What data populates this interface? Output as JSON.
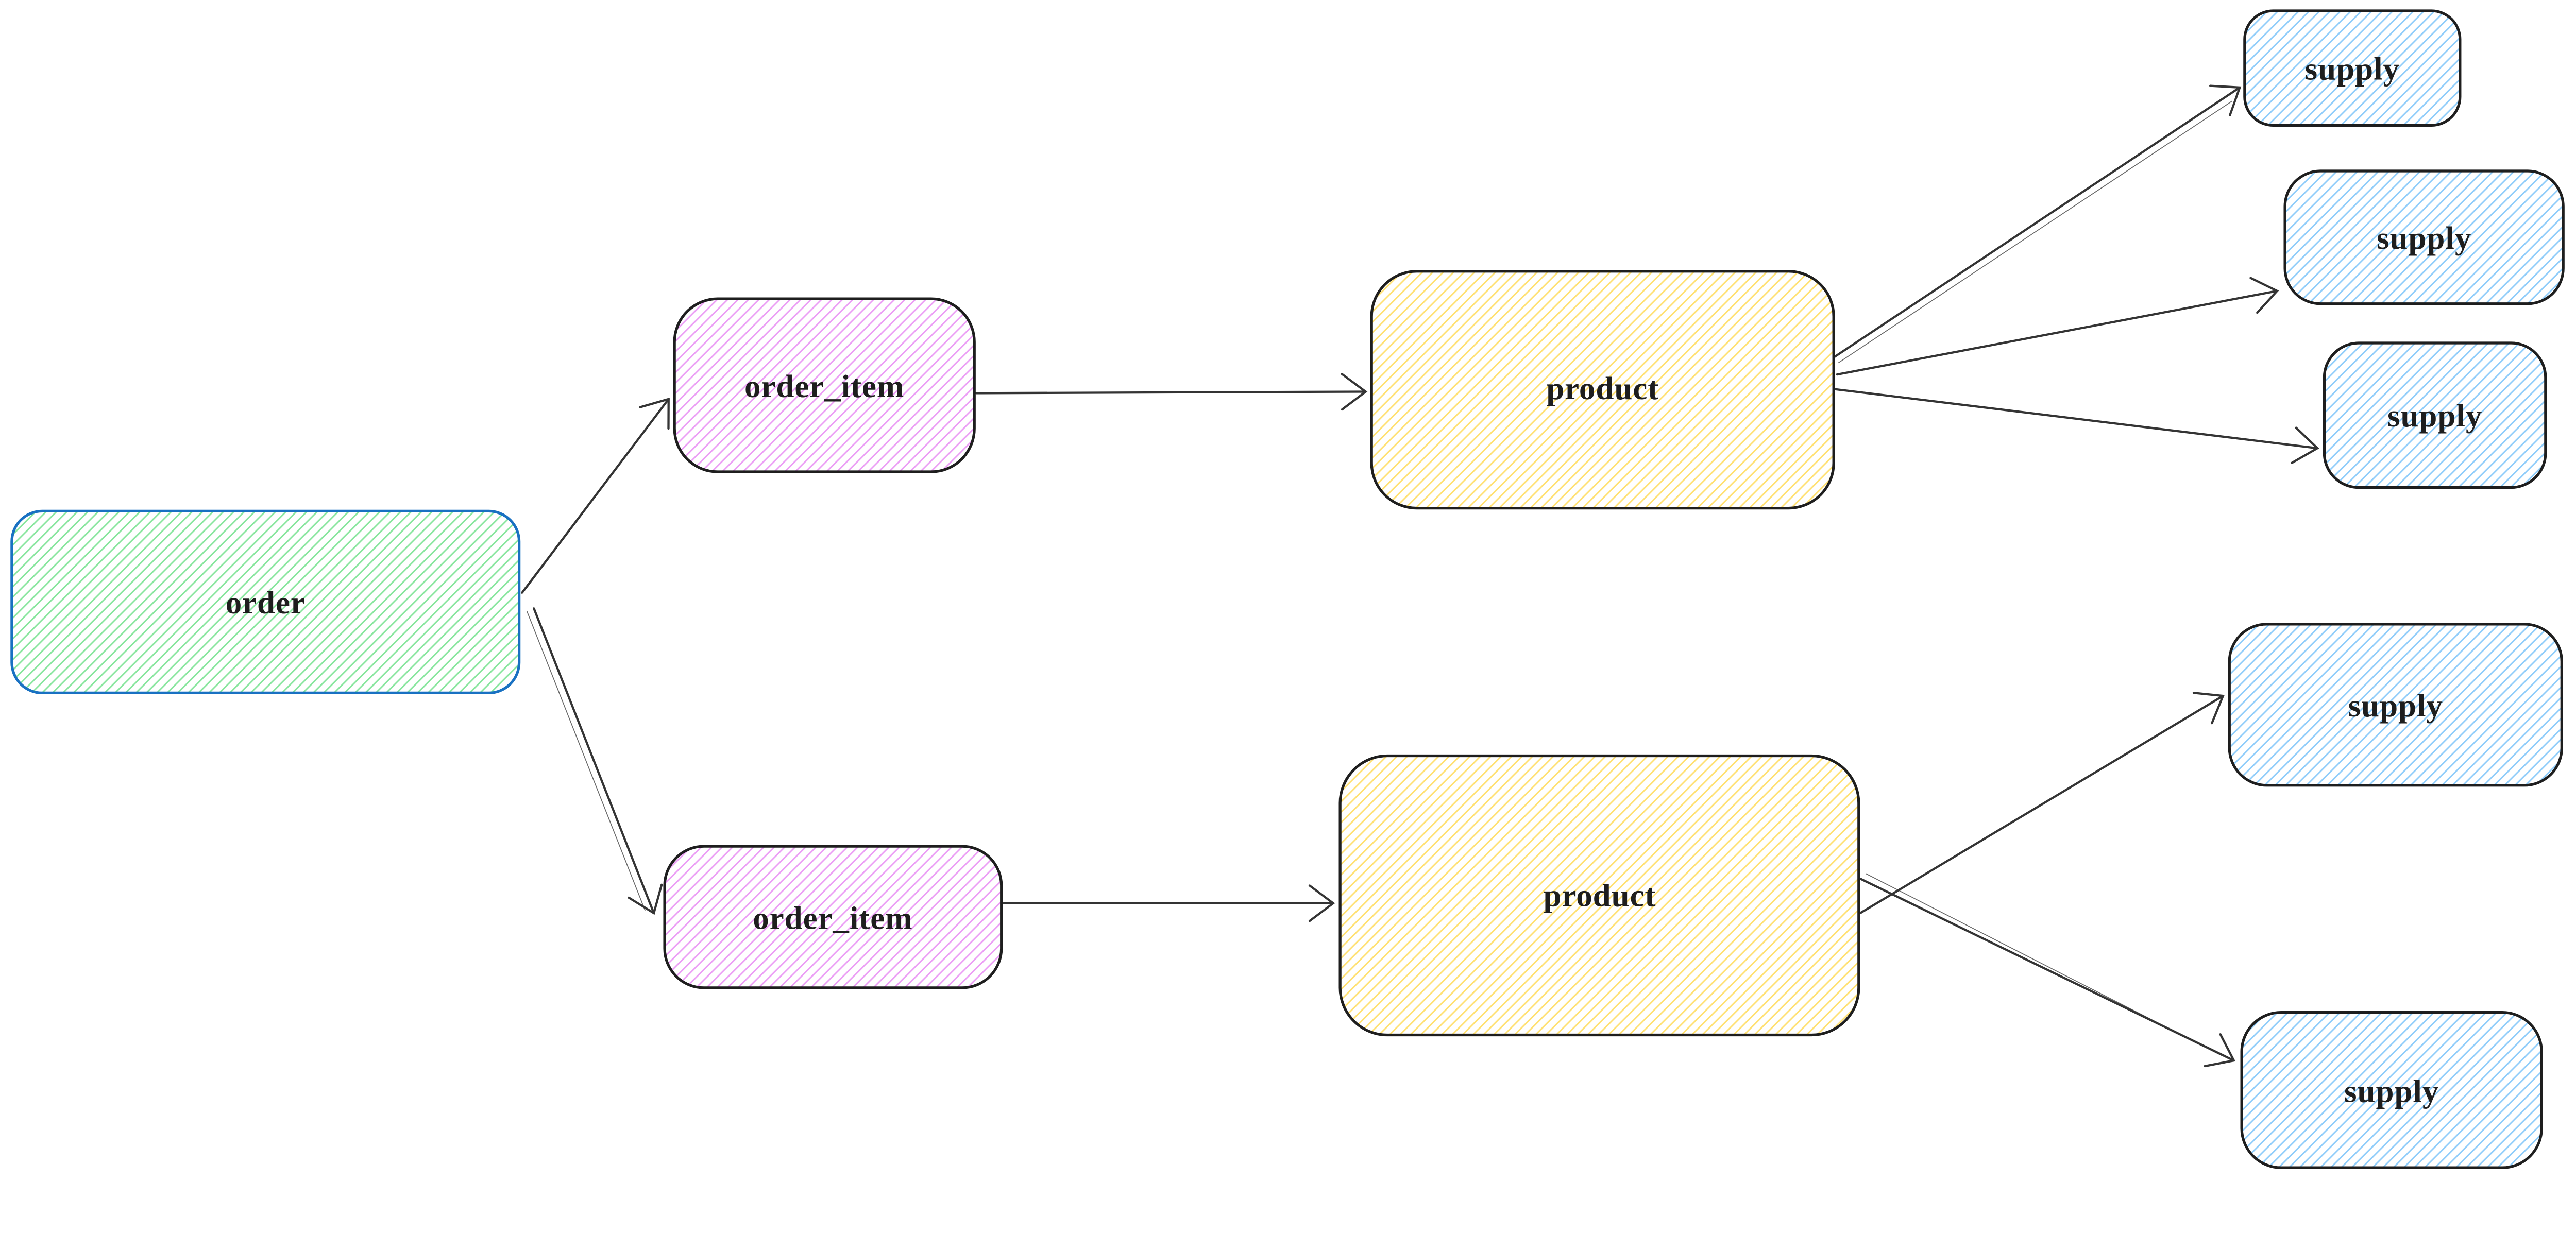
{
  "diagram": {
    "type": "entity-flow-diagram",
    "style": "hand-drawn-sketch",
    "background": "#ffffff",
    "palette": {
      "text": "#1e1e1e",
      "edge_stroke": "#343434",
      "dark_node_stroke": "#1e1e1e",
      "order_node_stroke": "#1971c2",
      "green_hachure": "#86e59c",
      "violet_hachure": "#eb9df5",
      "yellow_hachure": "#ffe070",
      "blue_hachure": "#8eccfa"
    },
    "nodes": {
      "order": {
        "label": "order",
        "fill": "green",
        "stroke": "#1971c2"
      },
      "order_item_top": {
        "label": "order_item",
        "fill": "violet",
        "stroke": "#1e1e1e"
      },
      "order_item_bottom": {
        "label": "order_item",
        "fill": "violet",
        "stroke": "#1e1e1e"
      },
      "product_top": {
        "label": "product",
        "fill": "yellow",
        "stroke": "#1e1e1e"
      },
      "product_bottom": {
        "label": "product",
        "fill": "yellow",
        "stroke": "#1e1e1e"
      },
      "supply_1": {
        "label": "supply",
        "fill": "blue",
        "stroke": "#1e1e1e"
      },
      "supply_2": {
        "label": "supply",
        "fill": "blue",
        "stroke": "#1e1e1e"
      },
      "supply_3": {
        "label": "supply",
        "fill": "blue",
        "stroke": "#1e1e1e"
      },
      "supply_4": {
        "label": "supply",
        "fill": "blue",
        "stroke": "#1e1e1e"
      },
      "supply_5": {
        "label": "supply",
        "fill": "blue",
        "stroke": "#1e1e1e"
      }
    },
    "edges": [
      {
        "from": "order",
        "to": "order_item_top"
      },
      {
        "from": "order",
        "to": "order_item_bottom"
      },
      {
        "from": "order_item_top",
        "to": "product_top"
      },
      {
        "from": "order_item_bottom",
        "to": "product_bottom"
      },
      {
        "from": "product_top",
        "to": "supply_1"
      },
      {
        "from": "product_top",
        "to": "supply_2"
      },
      {
        "from": "product_top",
        "to": "supply_3"
      },
      {
        "from": "product_bottom",
        "to": "supply_4"
      },
      {
        "from": "product_bottom",
        "to": "supply_5"
      }
    ]
  }
}
